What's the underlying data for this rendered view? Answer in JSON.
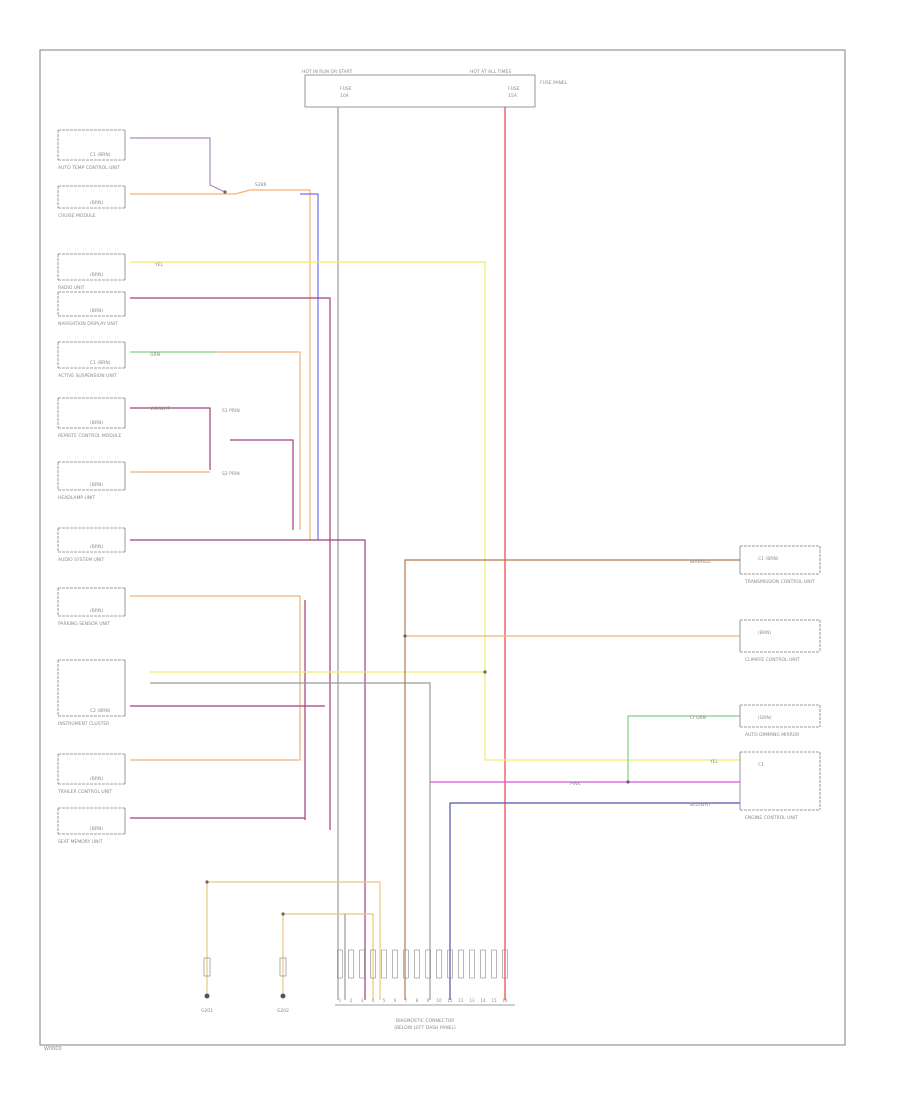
{
  "colors": {
    "frame": "#808080",
    "box": "#7f7f7f",
    "text": "#8a8a8a",
    "gray": "#9a9a9a",
    "violet": "#a98bc0",
    "orange": "#f2b27a",
    "yellow": "#f0ec70",
    "blue": "#7070ee",
    "pink": "#ee90a0",
    "red": "#ee4040",
    "purple": "#a0407a",
    "green": "#80d080",
    "brown": "#b07a50",
    "magenta": "#e050e0",
    "tan": "#e8c880",
    "darkblue": "#5050b0"
  },
  "fuse_box": {
    "left_title": "HOT IN RUN OR START",
    "left_fuse": "FUSE",
    "left_amps": "10A",
    "right_title": "HOT AT ALL TIMES",
    "right_fuse": "FUSE",
    "right_amps": "15A",
    "side_label": "FUSE PANEL"
  },
  "left_components": [
    {
      "id": "auto-temp-control-unit",
      "pin": "C1 (BRN)",
      "label": "AUTO TEMP CONTROL UNIT"
    },
    {
      "id": "cruise-module",
      "pin": "(BRN)",
      "label": "CRUISE MODULE"
    },
    {
      "id": "radio-unit",
      "pin": "(BRN)",
      "label": "RADIO UNIT"
    },
    {
      "id": "navigation-display",
      "pin": "(BRN)",
      "label": "NAVIGATION DISPLAY UNIT"
    },
    {
      "id": "active-suspension-unit",
      "pin": "C1 (BRN)",
      "label": "ACTIVE SUSPENSION UNIT"
    },
    {
      "id": "remote-control-module",
      "pin": "(BRN)",
      "label": "REMOTE CONTROL MODULE"
    },
    {
      "id": "headlamp-unit",
      "pin": "(BRN)",
      "label": "HEADLAMP UNIT"
    },
    {
      "id": "audio-system-unit",
      "pin": "(BRN)",
      "label": "AUDIO SYSTEM UNIT"
    },
    {
      "id": "parking-sensor-unit",
      "pin": "(BRN)",
      "label": "PARKING SENSOR UNIT"
    },
    {
      "id": "instrument-cluster",
      "pin": "C2 (BRN)",
      "label": "INSTRUMENT CLUSTER"
    },
    {
      "id": "trailer-control-unit",
      "pin": "(BRN)",
      "label": "TRAILER CONTROL UNIT"
    },
    {
      "id": "seat-memory-unit",
      "pin": "(BRN)",
      "label": "SEAT MEMORY UNIT"
    }
  ],
  "right_components": [
    {
      "id": "transmission-control",
      "pin": "C1 (BRN)",
      "label": "TRANSMISSION CONTROL UNIT"
    },
    {
      "id": "climate-control-unit",
      "pin": "(BRN)",
      "label": "CLIMATE CONTROL UNIT"
    },
    {
      "id": "auto-dimming-mirror",
      "pin": "(GRN)",
      "label": "AUTO DIMMING MIRROR"
    },
    {
      "id": "engine-control-unit",
      "pin": "C1",
      "label": "ENGINE CONTROL UNIT"
    }
  ],
  "wire_labels": {
    "splice_top": "S286",
    "yel": "YEL",
    "grn": "GRN",
    "vio_top": "VIO/WHT",
    "splice_mid1": "S1 PRIN",
    "splice_mid2": "S2 PRIN",
    "brn_right": "BRN/RED",
    "yel_right": "YEL",
    "grn_right": "LT GRN",
    "pink_right": "PINK",
    "blue_right": "BLU/WHT"
  },
  "grounds": [
    {
      "id": "g201",
      "label": "G201"
    },
    {
      "id": "g202",
      "label": "G202"
    }
  ],
  "connector": {
    "pins": [
      "1",
      "2",
      "3",
      "4",
      "5",
      "6",
      "7",
      "8",
      "9",
      "10",
      "11",
      "12",
      "13",
      "14",
      "15",
      "16"
    ],
    "label_line1": "DIAGNOSTIC CONNECTOR",
    "label_line2": "(BELOW LEFT DASH PANEL)"
  },
  "footer_code": "W0000"
}
